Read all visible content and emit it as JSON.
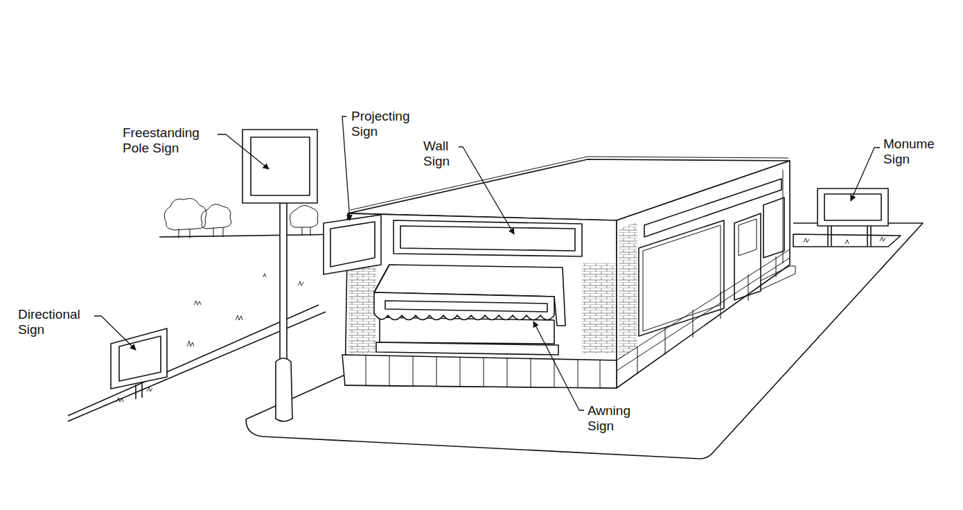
{
  "diagram": {
    "labels": [
      "Freestanding Pole Sign",
      "Projecting Sign",
      "Wall Sign",
      "Monume Sign",
      "Directional Sign",
      "Awning Sign"
    ]
  }
}
